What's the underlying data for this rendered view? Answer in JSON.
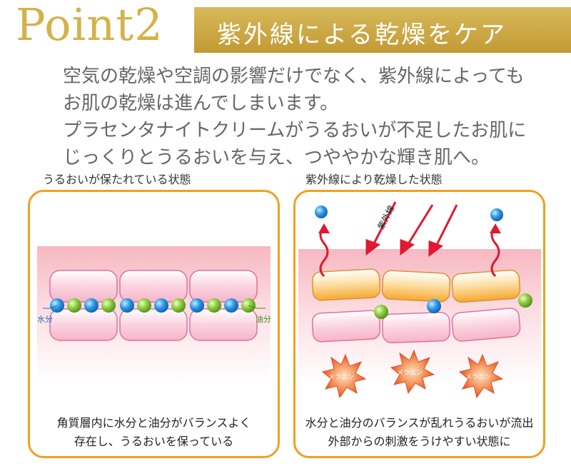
{
  "header": {
    "point_label": "Point2",
    "title": "紫外線による乾燥をケア"
  },
  "intro": {
    "lines": [
      "空気の乾燥や空調の影響だけでなく、紫外線によっても",
      "お肌の乾燥は進んでしまいます。",
      "プラセンタナイトクリームがうるおいが不足したお肌に",
      "じっくりとうるおいを与え、つややかな輝き肌へ。"
    ]
  },
  "left_panel": {
    "caption": "うるおいが保たれている状態",
    "water_label": "水分",
    "oil_label": "油分",
    "footer": [
      "角質層内に水分と油分がバランスよく",
      "存在し、うるおいを保っている"
    ]
  },
  "right_panel": {
    "caption": "紫外線により乾燥した状態",
    "uv_label": "紫外線",
    "melanin_label": "メラニン",
    "footer": [
      "水分と油分のバランスが乱れうるおいが流出",
      "外部からの刺激をうけやすい状態に"
    ]
  },
  "colors": {
    "gold": "#d4b24a",
    "orange_border": "#f0a020",
    "water": "#1e90e0",
    "oil": "#80c040",
    "arrow": "#e01830"
  }
}
